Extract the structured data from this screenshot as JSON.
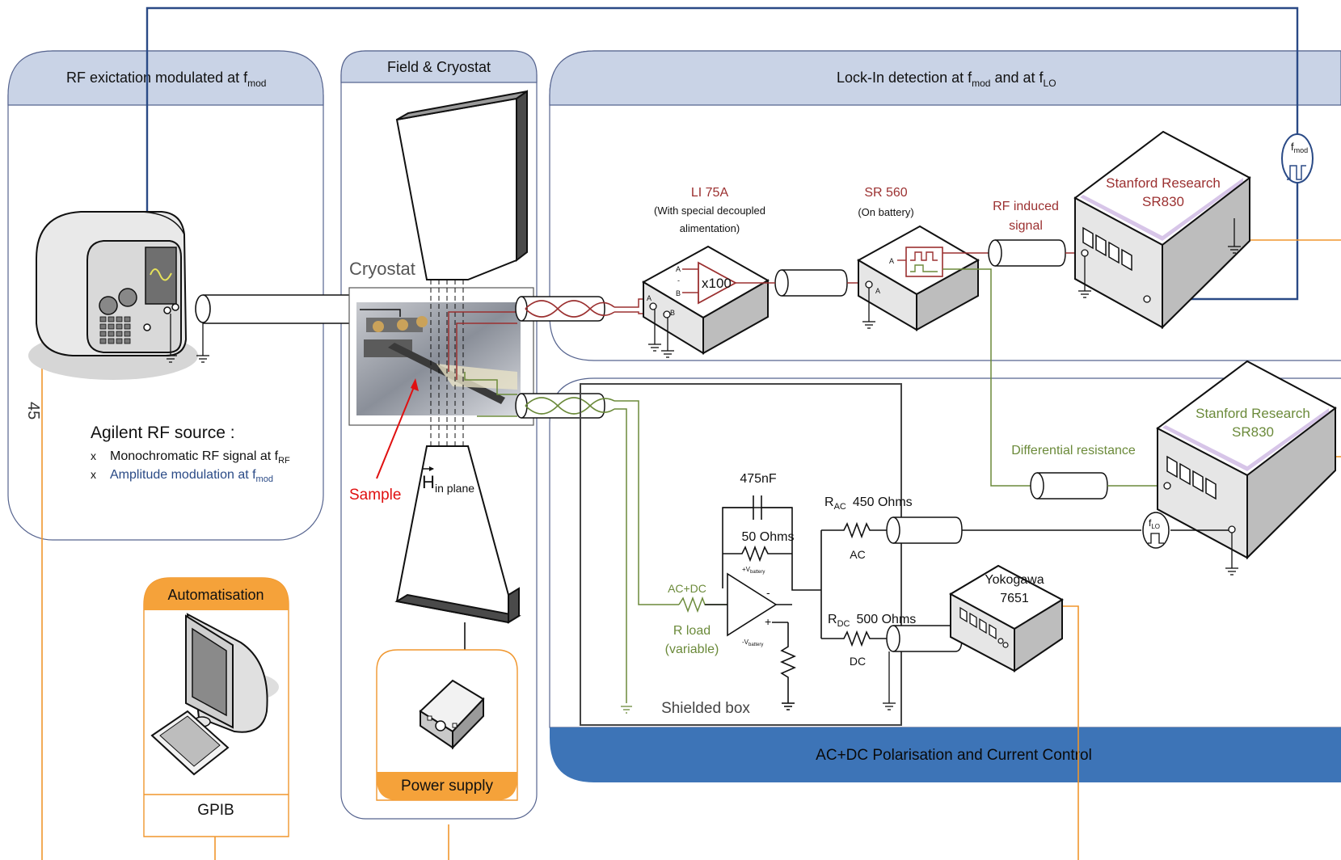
{
  "colors": {
    "navy": "#2a4a86",
    "panel_header": "#c9d3e6",
    "panel_border": "#56648f",
    "orange": "#f5a23a",
    "orange_line": "#f0962d",
    "dark_red": "#9b3030",
    "green": "#6b8a3a",
    "blue_band": "#3d74b7"
  },
  "panels": {
    "rf": {
      "title": "RF exictation modulated at f",
      "title_sub": "mod"
    },
    "field": {
      "title": "Field & Cryostat"
    },
    "lockin": {
      "title": "Lock-In detection at f",
      "title_sub1": "mod",
      "title_mid": " and at f",
      "title_sub2": "LO"
    },
    "acdc": {
      "title": "AC+DC Polarisation and Current Control"
    }
  },
  "rf_source": {
    "name": "Agilent RF source :",
    "bullet": "x",
    "line1": "Monochromatic RF signal at  f",
    "line1_sub": "RF",
    "line2": "Amplitude modulation at f",
    "line2_sub": "mod",
    "side_label": "45"
  },
  "cryostat": {
    "label": "Cryostat",
    "sample_label": "Sample",
    "field_label": "H",
    "field_sub": "in plane"
  },
  "automation": {
    "header": "Automatisation",
    "footer": "GPIB"
  },
  "power_supply": {
    "label": "Power supply"
  },
  "li75a": {
    "name": "LI 75A",
    "note1": "(With special decoupled",
    "note2": "alimentation)",
    "gain": "x100",
    "pin_a": "A",
    "pin_minus": "-",
    "pin_b": "B"
  },
  "sr560": {
    "name": "SR 560",
    "note": "(On battery)",
    "pin_a": "A"
  },
  "rf_induced": {
    "line1": "RF induced",
    "line2": "signal"
  },
  "sr830_top": {
    "line1": "Stanford Research",
    "line2": "SR830"
  },
  "sr830_bottom": {
    "line1": "Stanford Research",
    "line2": "SR830"
  },
  "fmod_badge": {
    "text": "f",
    "sub": "mod"
  },
  "flo_badge": {
    "text": "f",
    "sub": "LO"
  },
  "differential": "Differential resistance",
  "circuit": {
    "capacitor": "475nF",
    "feedback": "50 Ohms",
    "vplus": "+V",
    "vplus_sub": "battery",
    "vminus": "-V",
    "vminus_sub": "battery",
    "op_minus": "-",
    "op_plus": "+",
    "ac_dc": "AC+DC",
    "rload1": "R load",
    "rload2": "(variable)",
    "rac": "R",
    "rac_sub": "AC",
    "rac_value": "450 Ohms",
    "ac": "AC",
    "rdc": "R",
    "rdc_sub": "DC",
    "rdc_value": "500 Ohms",
    "dc": "DC",
    "shielded": "Shielded box"
  },
  "yokogawa": {
    "line1": "Yokogawa",
    "line2": "7651"
  }
}
